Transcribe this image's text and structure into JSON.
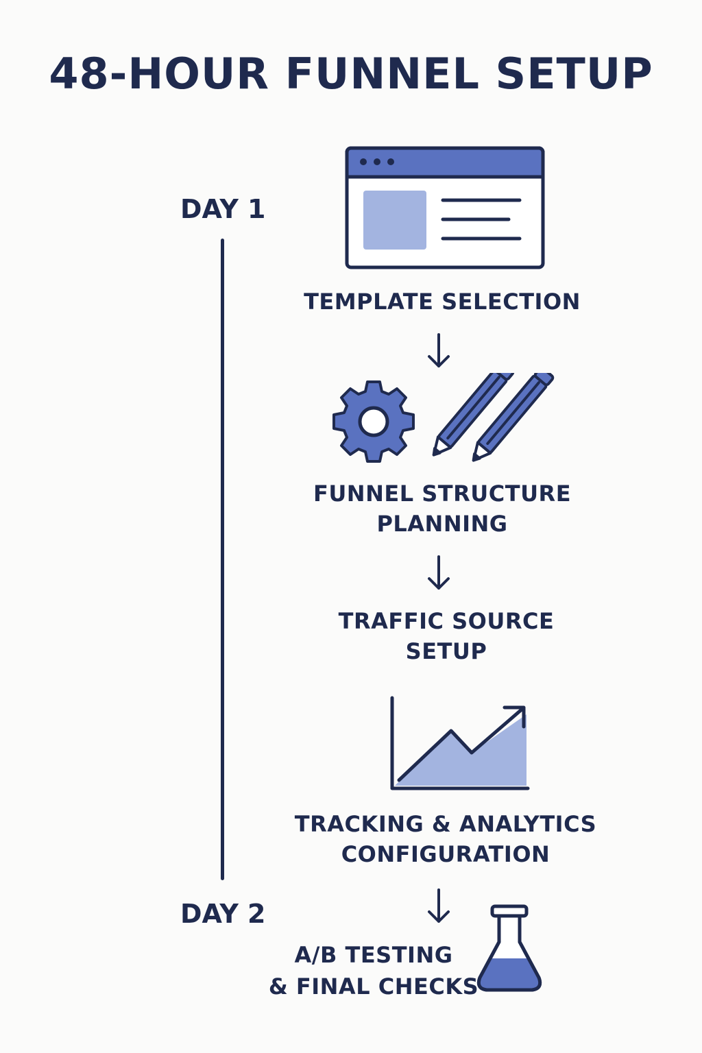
{
  "title": "48-HOUR FUNNEL SETUP",
  "timeline": {
    "day1": "DAY 1",
    "day2": "DAY 2"
  },
  "steps": [
    {
      "lines": [
        "TEMPLATE SELECTION"
      ],
      "icon": "browser-window-icon"
    },
    {
      "lines": [
        "FUNNEL STRUCTURE",
        "PLANNING"
      ],
      "icon": "gear-and-pencils-icon"
    },
    {
      "lines": [
        "TRAFFIC SOURCE",
        "SETUP"
      ],
      "icon": ""
    },
    {
      "lines": [
        "TRACKING & ANALYTICS",
        "CONFIGURATION"
      ],
      "icon": "growth-chart-icon"
    },
    {
      "lines": [
        "A/B TESTING",
        "& FINAL CHECKS"
      ],
      "icon": "flask-icon"
    }
  ],
  "colors": {
    "ink": "#1f2a4e",
    "accent": "#5a72c0",
    "accent_light": "#a3b4e0",
    "background": "#fbfbfa"
  }
}
